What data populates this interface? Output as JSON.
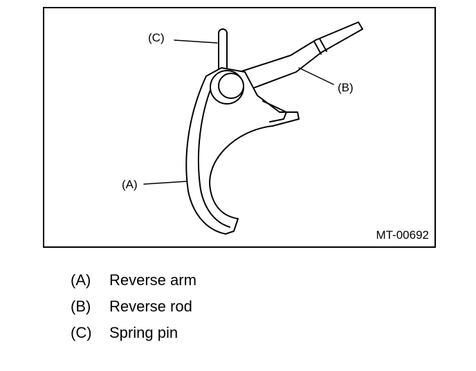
{
  "figure": {
    "id": "MT-00692",
    "callouts": [
      {
        "code": "(A)",
        "part": "reverse-arm"
      },
      {
        "code": "(B)",
        "part": "reverse-rod"
      },
      {
        "code": "(C)",
        "part": "spring-pin"
      }
    ]
  },
  "legend": [
    {
      "code": "(A)",
      "label": "Reverse arm"
    },
    {
      "code": "(B)",
      "label": "Reverse rod"
    },
    {
      "code": "(C)",
      "label": "Spring pin"
    }
  ]
}
